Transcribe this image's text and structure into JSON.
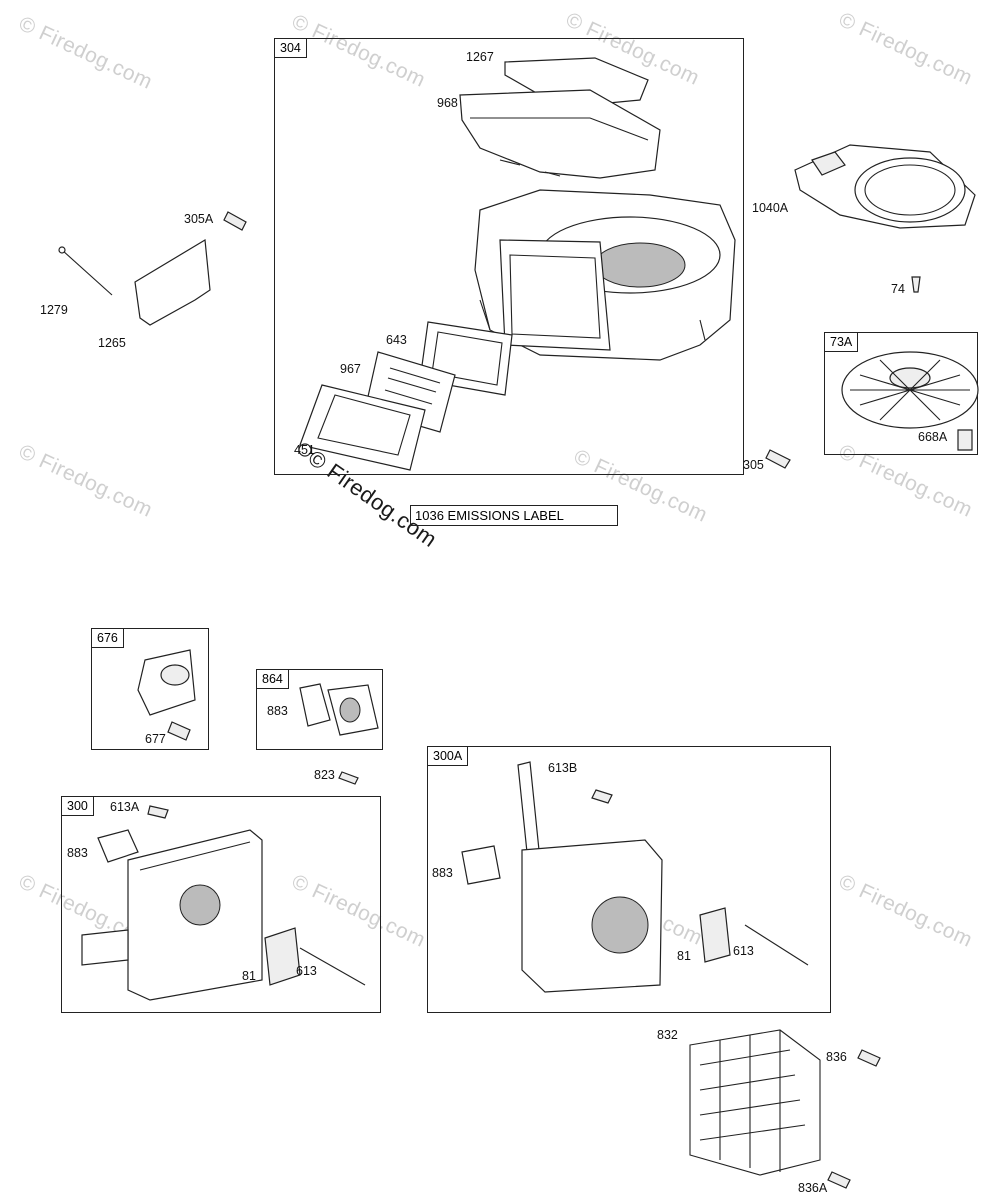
{
  "watermark": "© Firedog.com",
  "emissions_label": "1036 EMISSIONS LABEL",
  "boxes": {
    "b304": "304",
    "b73a": "73A",
    "b676": "676",
    "b864": "864",
    "b300": "300",
    "b300a": "300A"
  },
  "parts": {
    "p1267": "1267",
    "p968": "968",
    "p305a": "305A",
    "p1040a": "1040A",
    "p1279": "1279",
    "p1265": "1265",
    "p643": "643",
    "p967": "967",
    "p451": "451",
    "p74": "74",
    "p668a": "668A",
    "p305": "305",
    "p677": "677",
    "p883_864": "883",
    "p823": "823",
    "p613a": "613A",
    "p883_300": "883",
    "p81_300": "81",
    "p613_300": "613",
    "p613b": "613B",
    "p883_300a": "883",
    "p81_300a": "81",
    "p613_300a": "613",
    "p832": "832",
    "p836": "836",
    "p836a": "836A"
  }
}
